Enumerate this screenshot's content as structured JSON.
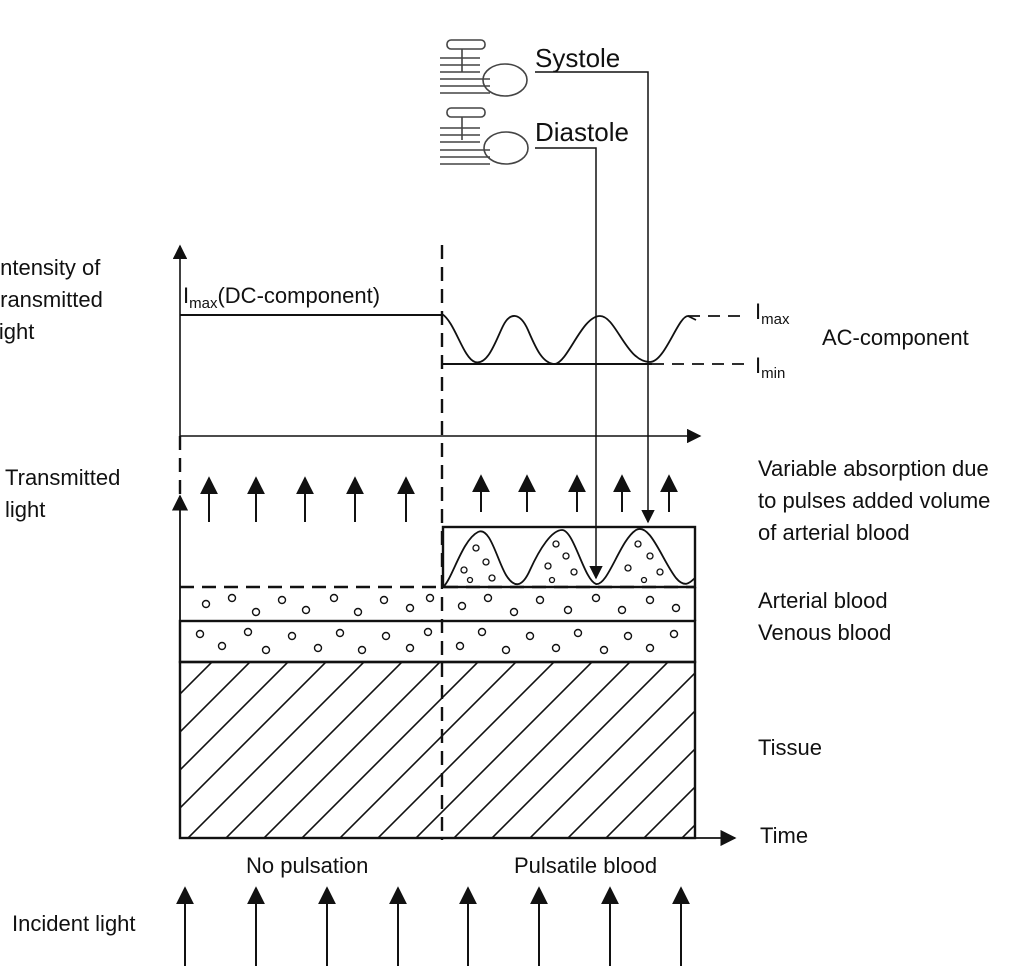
{
  "labels": {
    "systole": "Systole",
    "diastole": "Diastole",
    "intensity_axis": "Intensity of transmitted light",
    "imax_dc_prefix": "I",
    "imax_dc_sub": "max",
    "imax_dc_suffix": "(DC-component)",
    "imax_right_prefix": "I",
    "imax_right_sub": "max",
    "imin_prefix": "I",
    "imin_sub": "min",
    "ac_component": "AC-component",
    "transmitted_light": "Transmitted light",
    "variable_absorption": "Variable absorption due to pulses added volume of arterial blood",
    "arterial_blood": "Arterial blood",
    "venous_blood": "Venous blood",
    "tissue": "Tissue",
    "time": "Time",
    "no_pulsation": "No pulsation",
    "pulsatile_blood": "Pulsatile blood",
    "incident_light": "Incident light"
  }
}
